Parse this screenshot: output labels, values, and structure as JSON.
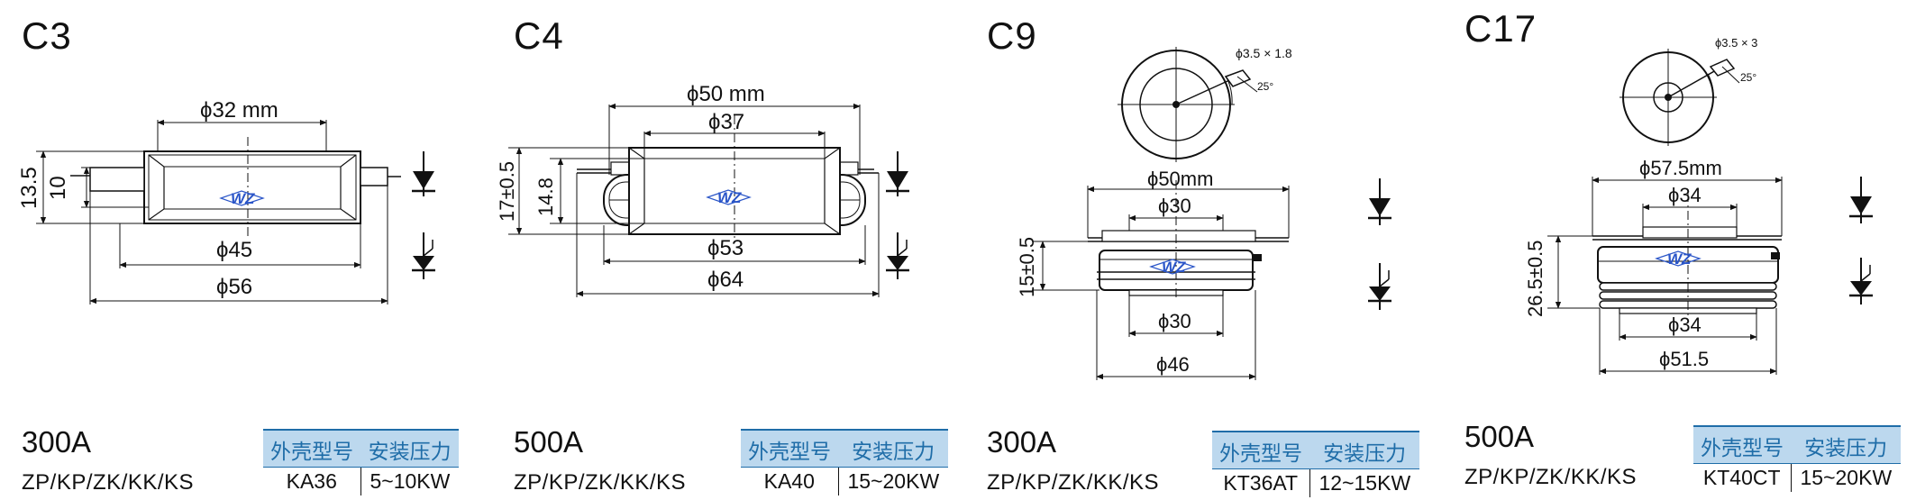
{
  "panels": [
    {
      "code": "C3",
      "current": "300A",
      "series": "ZP/KP/ZK/KK/KS",
      "table": {
        "headers": [
          "外壳型号",
          "安装压力"
        ],
        "model": "KA36",
        "pressure": "5~10KW"
      },
      "dims": {
        "top1": "ϕ32 mm",
        "bottom1": "ϕ45",
        "bottom2": "ϕ56",
        "h_outer": "13.5",
        "h_inner": "10"
      }
    },
    {
      "code": "C4",
      "current": "500A",
      "series": "ZP/KP/ZK/KK/KS",
      "table": {
        "headers": [
          "外壳型号",
          "安装压力"
        ],
        "model": "KA40",
        "pressure": "15~20KW"
      },
      "dims": {
        "top1": "ϕ50 mm",
        "top2": "ϕ37",
        "bottom1": "ϕ53",
        "bottom2": "ϕ64",
        "h_outer": "17±0.5",
        "h_inner": "14.8"
      }
    },
    {
      "code": "C9",
      "current": "300A",
      "series": "ZP/KP/ZK/KK/KS",
      "table": {
        "headers": [
          "外壳型号",
          "安装压力"
        ],
        "model": "KT36AT",
        "pressure": "12~15KW"
      },
      "dims": {
        "hole": "ϕ3.5 × 1.8",
        "angle": "25°",
        "top1": "ϕ50mm",
        "top2": "ϕ30",
        "bottom1": "ϕ30",
        "bottom2": "ϕ46",
        "h_outer": "15±0.5"
      }
    },
    {
      "code": "C17",
      "current": "500A",
      "series": "ZP/KP/ZK/KK/KS",
      "table": {
        "headers": [
          "外壳型号",
          "安装压力"
        ],
        "model": "KT40CT",
        "pressure": "15~20KW"
      },
      "dims": {
        "hole": "ϕ3.5 × 3",
        "angle": "25°",
        "top1": "ϕ57.5mm",
        "top2": "ϕ34",
        "bottom1": "ϕ34",
        "bottom2": "ϕ51.5",
        "h_outer": "26.5±0.5"
      }
    }
  ],
  "logo_text": "WZ",
  "colors": {
    "header_bg": "#bcd8ee",
    "header_text": "#1f6da8",
    "logo": "#2a55c8",
    "line": "#111111"
  }
}
